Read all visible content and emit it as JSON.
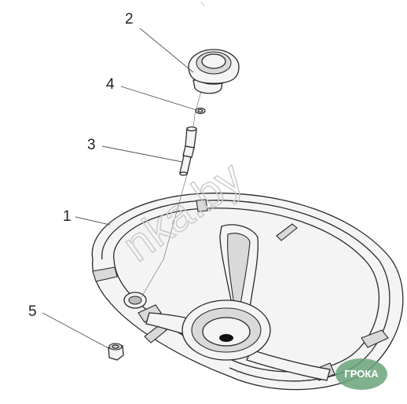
{
  "callouts": [
    {
      "label": "2"
    },
    {
      "label": "4"
    },
    {
      "label": "3"
    },
    {
      "label": "1"
    },
    {
      "label": "5"
    }
  ],
  "watermark": {
    "text": "nka.by"
  },
  "badge": {
    "text": "ГРОКА",
    "color": "#6aa37a"
  },
  "top_mark": {
    "text": "\"-"
  }
}
